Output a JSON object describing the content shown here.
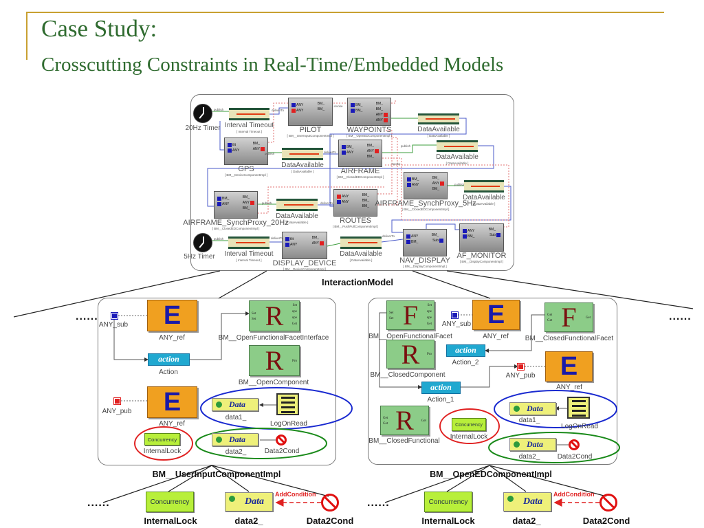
{
  "slide": {
    "title": "Case Study:",
    "subtitle": "Crosscutting Constraints in Real-Time/Embedded Models",
    "accent_color": "#c8a030",
    "title_color": "#2f6b2f"
  },
  "interaction_model": {
    "label": "InteractionModel",
    "timers": [
      {
        "label": "20Hz Timer"
      },
      {
        "label": "5Hz Timer"
      }
    ],
    "components": [
      {
        "name": "PILOT",
        "impl": "[ BM__UserInputComponentImpl ]",
        "left_ports": [
          "ANY",
          "ANY"
        ],
        "right_ports": [
          "BM_",
          "BM_"
        ]
      },
      {
        "name": "WAYPOINTS",
        "impl": "[ BM__OpenEDComponentImpl ]",
        "left_ports": [
          "BM_",
          "BM_"
        ],
        "right_ports": [
          "BM_",
          "BM_",
          "ANY",
          "ANY"
        ]
      },
      {
        "name": "GPS",
        "impl": "[ BM__DeviceComponentImpl ]",
        "left_ports": [
          "tlit",
          "ANY"
        ],
        "right_ports": [
          "BM_",
          "ANY"
        ]
      },
      {
        "name": "AIRFRAME",
        "impl": "[ BM__ClosedEDComponentImpl ]",
        "left_ports": [
          "BM_",
          "ANY"
        ],
        "right_ports": [
          "BM_",
          "ANY",
          "BM_"
        ]
      },
      {
        "name": "AIRFRAME_SynchProxy_20Hz",
        "impl": "[ BM__ClosedEDComponentImpl ]",
        "left_ports": [
          "BM_",
          "ANY"
        ],
        "right_ports": [
          "BM_",
          "ANY",
          "BM_"
        ]
      },
      {
        "name": "ROUTES",
        "impl": "[ BM__PushPullComponentImpl ]",
        "left_ports": [
          "ANY",
          "ANY"
        ],
        "right_ports": [
          "BM_",
          "BM_",
          "BM_"
        ]
      },
      {
        "name": "AIRFRAME_SynchProxy_5Hz",
        "impl": "[ BM__ClosedEDComponentImpl ]",
        "left_ports": [
          "BM_",
          "ANY"
        ],
        "right_ports": [
          "BM_",
          "ANY",
          "BM_"
        ]
      },
      {
        "name": "DISPLAY_DEVICE",
        "impl": "[ BM__DeviceComponentImpl ]",
        "left_ports": [
          "tlit",
          "ANY"
        ],
        "right_ports": [
          "BM_",
          "ANY"
        ]
      },
      {
        "name": "NAV_DISPLAY",
        "impl": "[ BM__DisplayComponentImpl ]",
        "left_ports": [
          "ANY",
          "BM_"
        ],
        "right_ports": [
          "BM_",
          "Sub"
        ]
      },
      {
        "name": "AF_MONITOR",
        "impl": "[ BM__DisplayComponentImpl ]",
        "left_ports": [
          "ANY",
          "BM_"
        ],
        "right_ports": [
          "BM_",
          "Sub"
        ]
      }
    ],
    "channels": [
      {
        "name": "Interval Timeout",
        "type": "[ Interval Timeout ]"
      },
      {
        "name": "DataAvailable",
        "type": "[ DataAvailable ]"
      },
      {
        "name": "DataAvailable",
        "type": "[ DataAvailable ]"
      },
      {
        "name": "DataAvailable",
        "type": "[ DataAvailable ]"
      },
      {
        "name": "DataAvailable",
        "type": "[ DataAvailable ]"
      },
      {
        "name": "DataAvailable",
        "type": "[ DataAvailable ]"
      },
      {
        "name": "Interval Timeout",
        "type": "[ Interval Timeout ]"
      },
      {
        "name": "DataAvailable",
        "type": "[ DataAvailable ]"
      }
    ],
    "connection_labels": [
      "publish",
      "deliverTo",
      "invoke"
    ]
  },
  "ellipsis": "......",
  "left_impl": {
    "label": "BM__UserInputComponentImpl",
    "any_sub": "ANY_sub",
    "any_ref_1": "ANY_ref",
    "facet_interface": "BM__OpenFunctionalFacetInterface",
    "facet_ports_left": [
      "Set",
      "Set"
    ],
    "facet_ports_right": [
      "Set",
      "ope",
      "ope",
      "Get"
    ],
    "action_glyph": "action",
    "action": "Action",
    "open_component": "BM__OpenComponent",
    "open_component_port": "Pro",
    "any_pub": "ANY_pub",
    "any_ref_2": "ANY_ref",
    "data_glyph": "Data",
    "data1": "data1_",
    "log_on_read": "LogOnRead",
    "concurrency_glyph": "Concurrency",
    "internal_lock": "InternalLock",
    "data2": "data2_",
    "data2_cond": "Data2Cond"
  },
  "right_impl": {
    "label": "BM__OpenEDComponentImpl",
    "open_facet": "BM__OpenFunctionalFacet",
    "open_facet_ports_left": [
      "Set",
      "Set"
    ],
    "open_facet_ports_right": [
      "Set",
      "ope",
      "ope",
      "Get"
    ],
    "any_sub": "ANY_sub",
    "any_ref_1": "ANY_ref",
    "closed_facet": "BM__ClosedFunctionalFacet",
    "closed_facet_ports_left": [
      "Get",
      "Get"
    ],
    "closed_facet_port_right": "Get",
    "closed_component": "BM__ClosedComponent",
    "closed_component_port": "Pro",
    "action_glyph": "action",
    "action_2": "Action_2",
    "any_pub": "ANY_pub",
    "any_ref_2": "ANY_ref",
    "action_1": "Action_1",
    "closed_functional": "BM__ClosedFunctional",
    "closed_functional_ports_left": [
      "Get",
      "Get"
    ],
    "closed_functional_port_right": "Get",
    "concurrency_glyph": "Concurrency",
    "internal_lock": "InternalLock",
    "data_glyph": "Data",
    "data1": "data1_",
    "log_on_read": "LogOnRead",
    "data2": "data2_",
    "data2_cond": "Data2Cond"
  },
  "bottom_left": {
    "concurrency_glyph": "Concurrency",
    "internal_lock": "InternalLock",
    "data_glyph": "Data",
    "data2": "data2_",
    "add_condition": "AddCondition",
    "data2_cond": "Data2Cond"
  },
  "bottom_right": {
    "concurrency_glyph": "Concurrency",
    "internal_lock": "InternalLock",
    "data_glyph": "Data",
    "data2": "data2_",
    "add_condition": "AddCondition",
    "data2_cond": "Data2Cond"
  },
  "ellipse_colors": {
    "concern_logging": "#1a2ad0",
    "concern_concurrency": "#e02020",
    "concern_condition": "#1a8a1a"
  }
}
